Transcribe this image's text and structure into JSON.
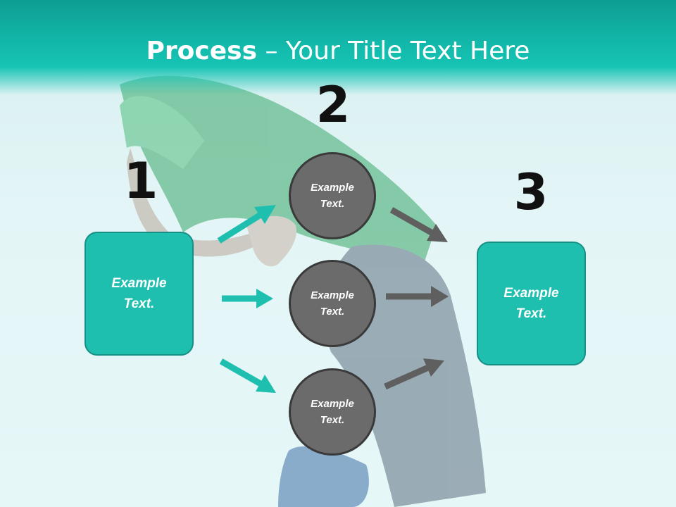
{
  "title": {
    "strong": "Process",
    "rest": " – Your Title Text Here"
  },
  "steps": {
    "n1": "1",
    "n2": "2",
    "n3": "3"
  },
  "left_box": {
    "text": "Example\nText."
  },
  "right_box": {
    "text": "Example\nText."
  },
  "circles": [
    {
      "text": "Example\nText."
    },
    {
      "text": "Example\nText."
    },
    {
      "text": "Example\nText."
    }
  ],
  "colors": {
    "teal": "#1fbfb0",
    "teal_border": "#178f85",
    "circle_gray": "#6b6b6b",
    "arrow_teal": "#1fbfb0",
    "arrow_gray": "#5f5f5f"
  }
}
